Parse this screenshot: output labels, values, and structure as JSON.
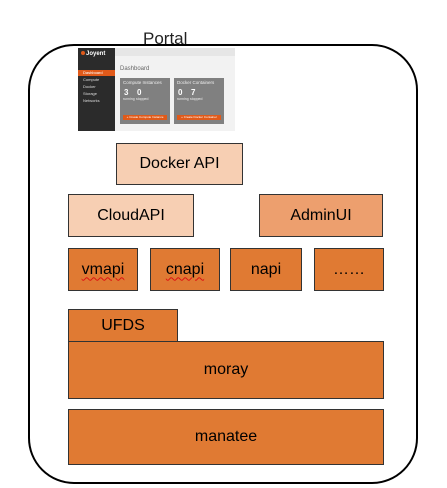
{
  "portal": {
    "title": "Portal",
    "screenshot": {
      "logo": "Joyent",
      "nav": [
        "Dashboard",
        "Compute",
        "Docker",
        "Storage",
        "Networks"
      ],
      "heading": "Dashboard",
      "cards": [
        {
          "title": "Compute Instances",
          "count_a": "3",
          "label_a": "running",
          "count_b": "0",
          "label_b": "stopped",
          "button": "+ Create Compute Instance"
        },
        {
          "title": "Docker Containers",
          "count_a": "0",
          "label_a": "running",
          "count_b": "7",
          "label_b": "stopped",
          "button": "+ Create Docker Container"
        }
      ]
    }
  },
  "layers": {
    "docker_api": "Docker API",
    "cloudapi": "CloudAPI",
    "adminui": "AdminUI",
    "vmapi": "vmapi",
    "cnapi": "cnapi",
    "napi": "napi",
    "more": "……",
    "ufds": "UFDS",
    "moray": "moray",
    "manatee": "manatee"
  },
  "colors": {
    "light": "#f7cfb3",
    "medium": "#ed9f6e",
    "dark": "#e07a33",
    "accent": "#e05a1a"
  }
}
